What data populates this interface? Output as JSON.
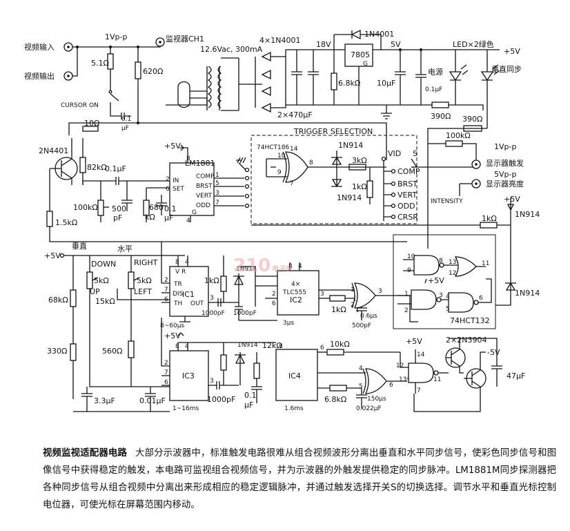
{
  "labels": {
    "video_in": "视频输入",
    "video_out": "视频输出",
    "v1pp_top": "1Vp-p",
    "monitor": "监视器CH1",
    "r51": "5.1Ω",
    "r620": "620Ω",
    "cursor_on": "CURSOR ON",
    "c01": "0.1",
    "uf": "μF",
    "r10": "10Ω",
    "q2n4401": "2N4401",
    "r82k": "82kΩ",
    "c01uf_b": "0.1μF",
    "r100k_a": "100kΩ",
    "r15k": "1.5kΩ",
    "c500": "500",
    "pf": "pF",
    "r680": "680",
    "kohm": "kΩ",
    "c01_2": "0.1",
    "uf2": "μF",
    "p5v_lm": "+5V",
    "lm1881": "LM1881",
    "comp": "COMP",
    "brst": "BRST",
    "vert": "VERT",
    "odd": "ODD",
    "in": "IN",
    "set": "SET",
    "g": "G",
    "transformer": "12.6Vac, 300mA",
    "diodes": "4×1N4001",
    "v18": "18V",
    "reg": "7805",
    "reg_g": "G",
    "v5": "5V",
    "d1n4001": "1N4001",
    "led": "LED×2绿色",
    "p5v_led": "+5V",
    "r68k": "6.8kΩ",
    "c10uf": "10μF",
    "power": "电源",
    "c01uf_p": "0.1μF",
    "vsync": "垂直同步",
    "caps": "2×470μF",
    "r390a": "390Ω",
    "r390b": "390Ω",
    "trig": "TRIGGER SELECTION",
    "hct186": "74HCT186",
    "d1n914a": "1N914",
    "d1n914b": "1N914",
    "r3k": "3kΩ",
    "r1k_t": "1kΩ",
    "vid": "VID",
    "s": "S",
    "s_comp": "COMP",
    "s_brst": "BRST",
    "s_vert": "VERT",
    "s_odd": "ODD",
    "s_crsr": "CRSR",
    "r100k_b": "100kΩ",
    "v1pp_trig": "1Vp-p",
    "trig_out": "显示器触发",
    "v5pp": "5Vp-p",
    "bright_out": "显示器亮度",
    "intensity": "INTENSITY",
    "p5v_d": "+5V",
    "d1n914c": "1N914",
    "r1k_int": "1kΩ",
    "d1n914d": "1N914",
    "p5v_left": "+5V",
    "vertical": "垂直",
    "horizontal": "水平",
    "down": "DOWN",
    "up": "UP",
    "right": "RIGHT",
    "left": "LEFT",
    "r5k_a": "5kΩ",
    "r5k_b": "5kΩ",
    "r15k_a": "15kΩ",
    "r68k_l": "68kΩ",
    "r330": "330Ω",
    "r560": "560Ω",
    "c33": "3.3μF",
    "c001": "0.01μF",
    "ic1": "IC1",
    "ic1_pins": "V R",
    "tr": "TR",
    "dis": "DIS",
    "th": "TH",
    "out": "OUT",
    "t860": "8~60μs",
    "c1000a": "1000pF",
    "c1000b": "1000pF",
    "r1k_ic1": "1kΩ",
    "d1n914e": "1N914",
    "ic2": "IC2",
    "tlc555": "TLC555",
    "x4": "4×",
    "t3": "3μs",
    "r1k_ic2": "1kΩ",
    "c500pf": "500pF",
    "t06": "0.6μs",
    "p5v_ic3": "+5V",
    "ic3": "IC3",
    "t116": "1~16ms",
    "c1000c": "1000pF",
    "d1n914f": "1N914",
    "r12k": "12kΩ",
    "c01_ic4": "0.1",
    "uf3": "μF",
    "ic4": "IC4",
    "t16": "1.6ms",
    "r10k": "10kΩ",
    "r68k_b": "6.8kΩ",
    "t150": "150μs",
    "c0022": "0.022μF",
    "p5v_g": "+5V",
    "hct132": "74HCT132",
    "p5v_q": "+5V",
    "q2n3904": "2×2N3904",
    "m5v": "-5V",
    "c47": "47μF",
    "wm_a": "210",
    "wm_b": "电子网"
  },
  "caption": {
    "title": "视频监视适配器电路",
    "body": "大部分示波器中，标准触发电路很难从组合视频波形分离出垂直和水平同步信号，使彩色同步信号和图像信号中获得稳定的触发，本电路可监视组合视频信号，并为示波器的外触发提供稳定的同步脉冲。LM1881M同步探测器把各种同步信号从组合视频中分离出来形成相应的稳定逻辑脉冲，并通过触发选择开关S的切换选择。调节水平和垂直光标控制电位器，可使光标在屏幕范围内移动。"
  }
}
